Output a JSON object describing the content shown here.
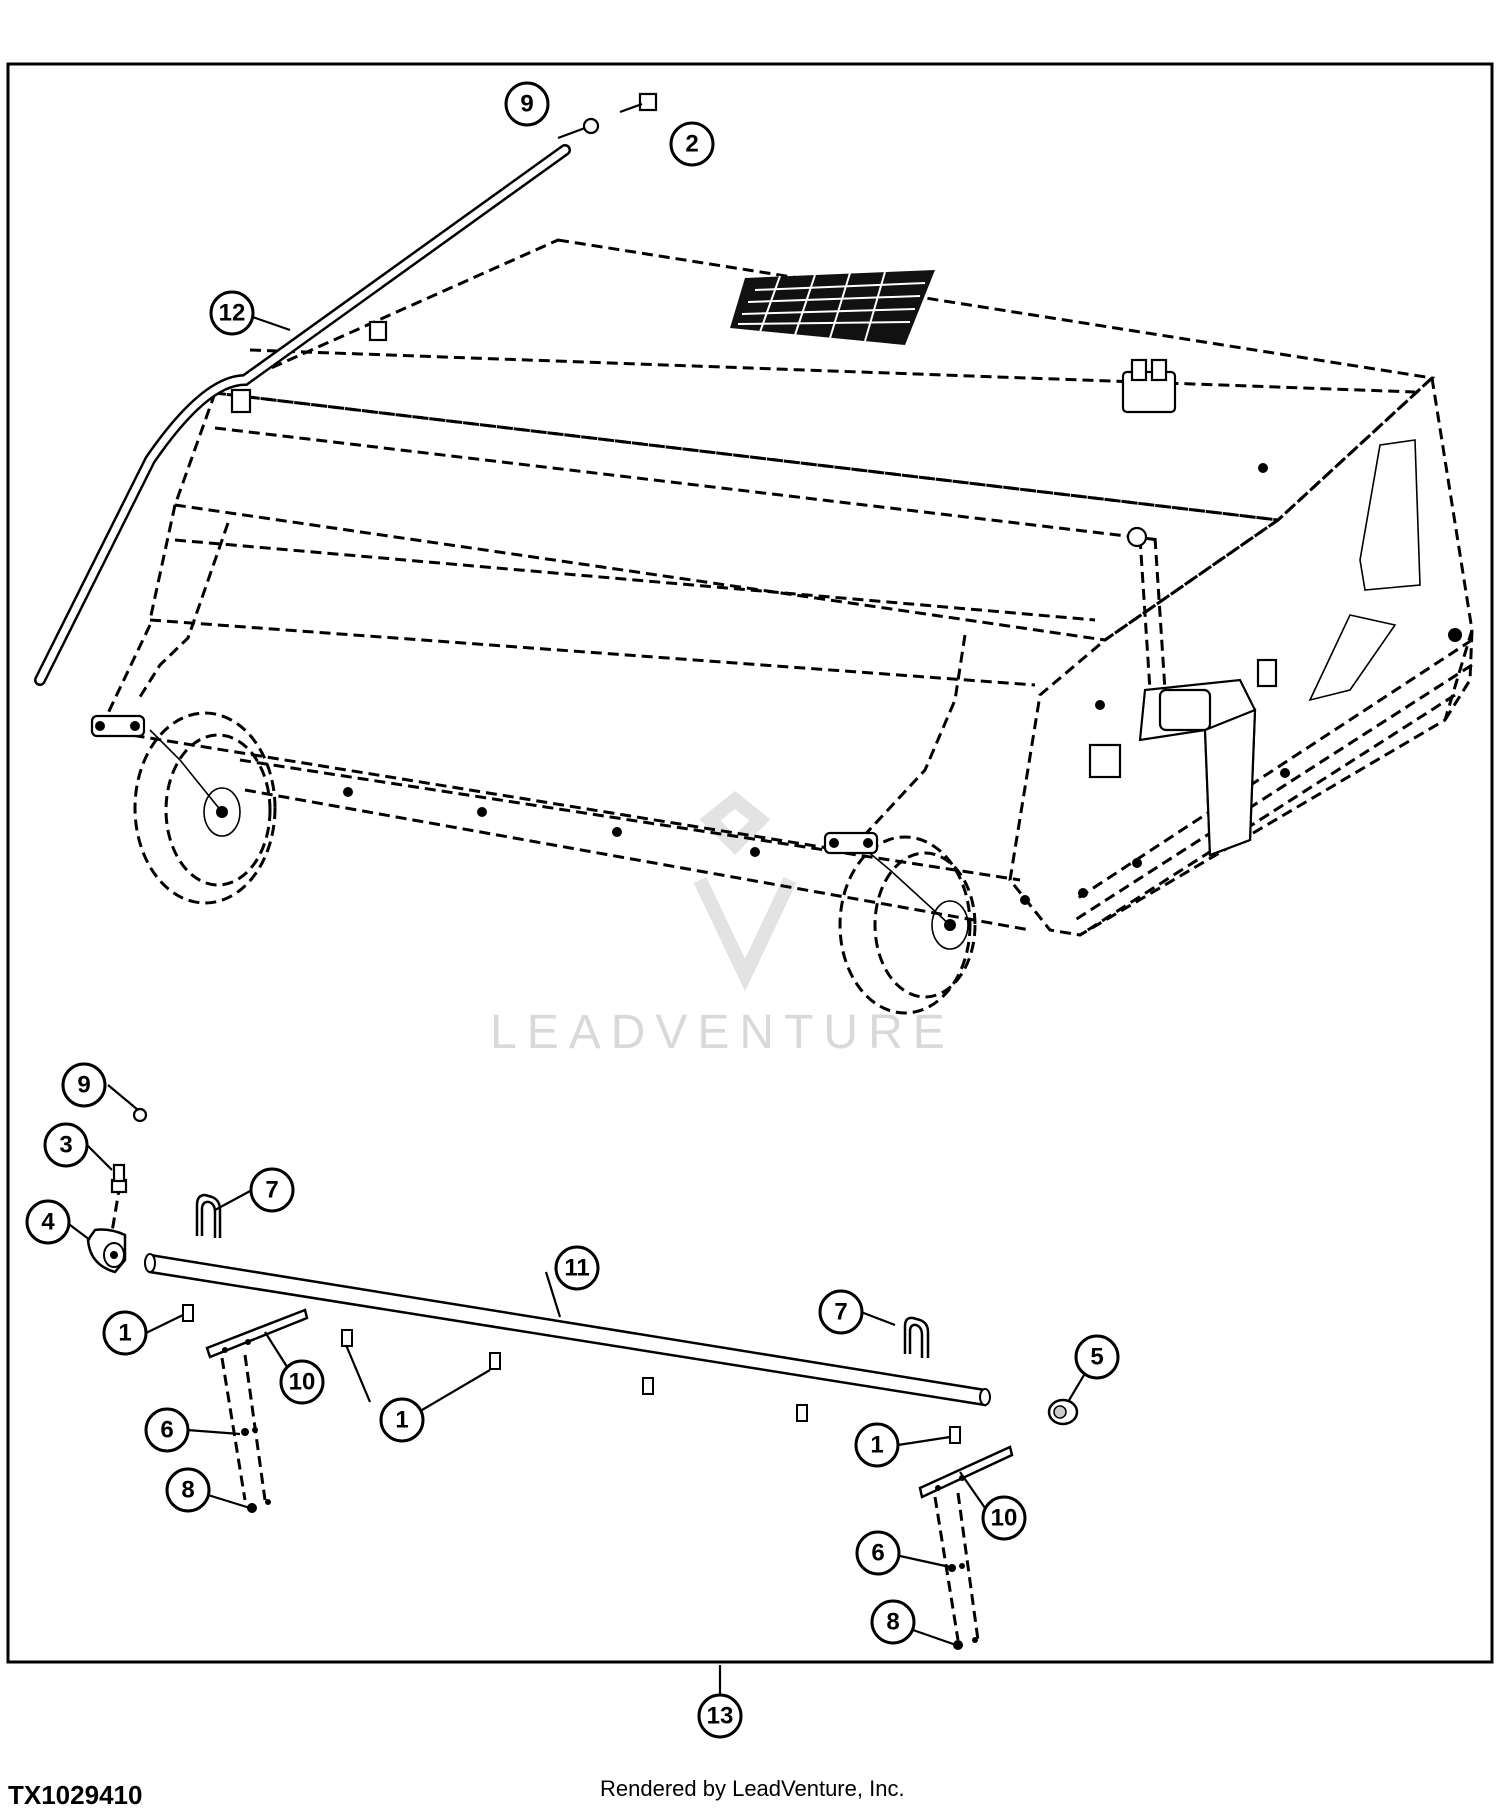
{
  "figure_code": "TX1029410",
  "credit": "Rendered by LeadVenture, Inc.",
  "watermark": "LEADVENTURE",
  "callouts": {
    "c1": "1",
    "c2": "2",
    "c3": "3",
    "c4": "4",
    "c5": "5",
    "c6": "6",
    "c7": "7",
    "c8": "8",
    "c9": "9",
    "c10": "10",
    "c11": "11",
    "c12": "12",
    "c13": "13"
  }
}
